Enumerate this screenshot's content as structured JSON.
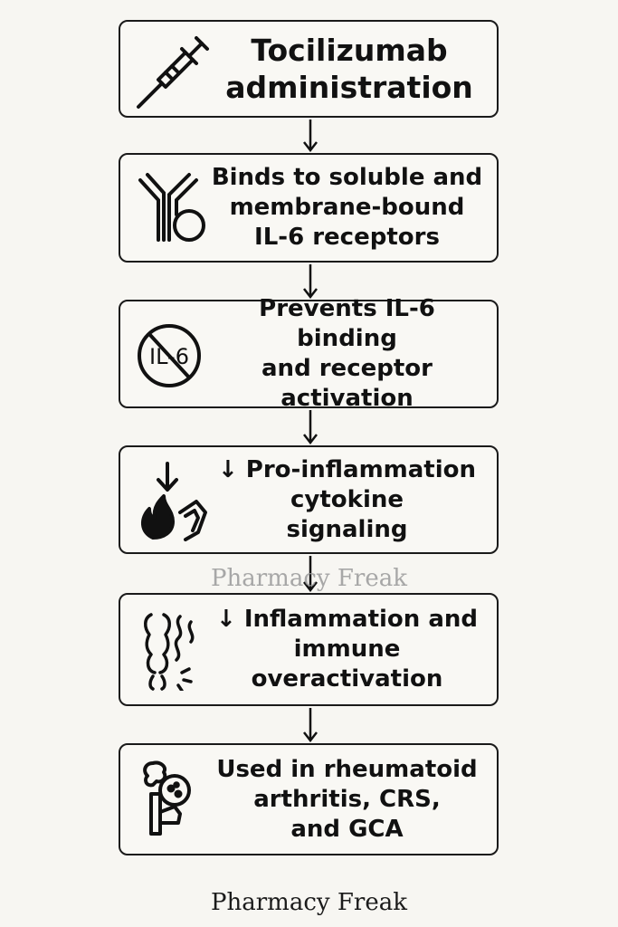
{
  "steps": [
    {
      "text": "Tocilizumab\nadministration",
      "icon": "syringe-icon"
    },
    {
      "text": "Binds to soluble and\nmembrane-bound\nIL-6 receptors",
      "icon": "antibody-icon"
    },
    {
      "text": "Prevents IL-6 binding\nand receptor\nactivation",
      "icon": "no-il6-icon"
    },
    {
      "text": "↓ Pro-inflammation\ncytokine\nsignaling",
      "icon": "inflammation-decrease-icon"
    },
    {
      "text": "↓ Inflammation and\nimmune\noveractivation",
      "icon": "joint-icon"
    },
    {
      "text": "Used in rheumatoid\narthritis, CRS,\nand GCA",
      "icon": "bone-cell-icon"
    }
  ],
  "icon_texts": {
    "il6": "IL-6"
  },
  "watermark": "Pharmacy Freak",
  "footer": "Pharmacy Freak"
}
